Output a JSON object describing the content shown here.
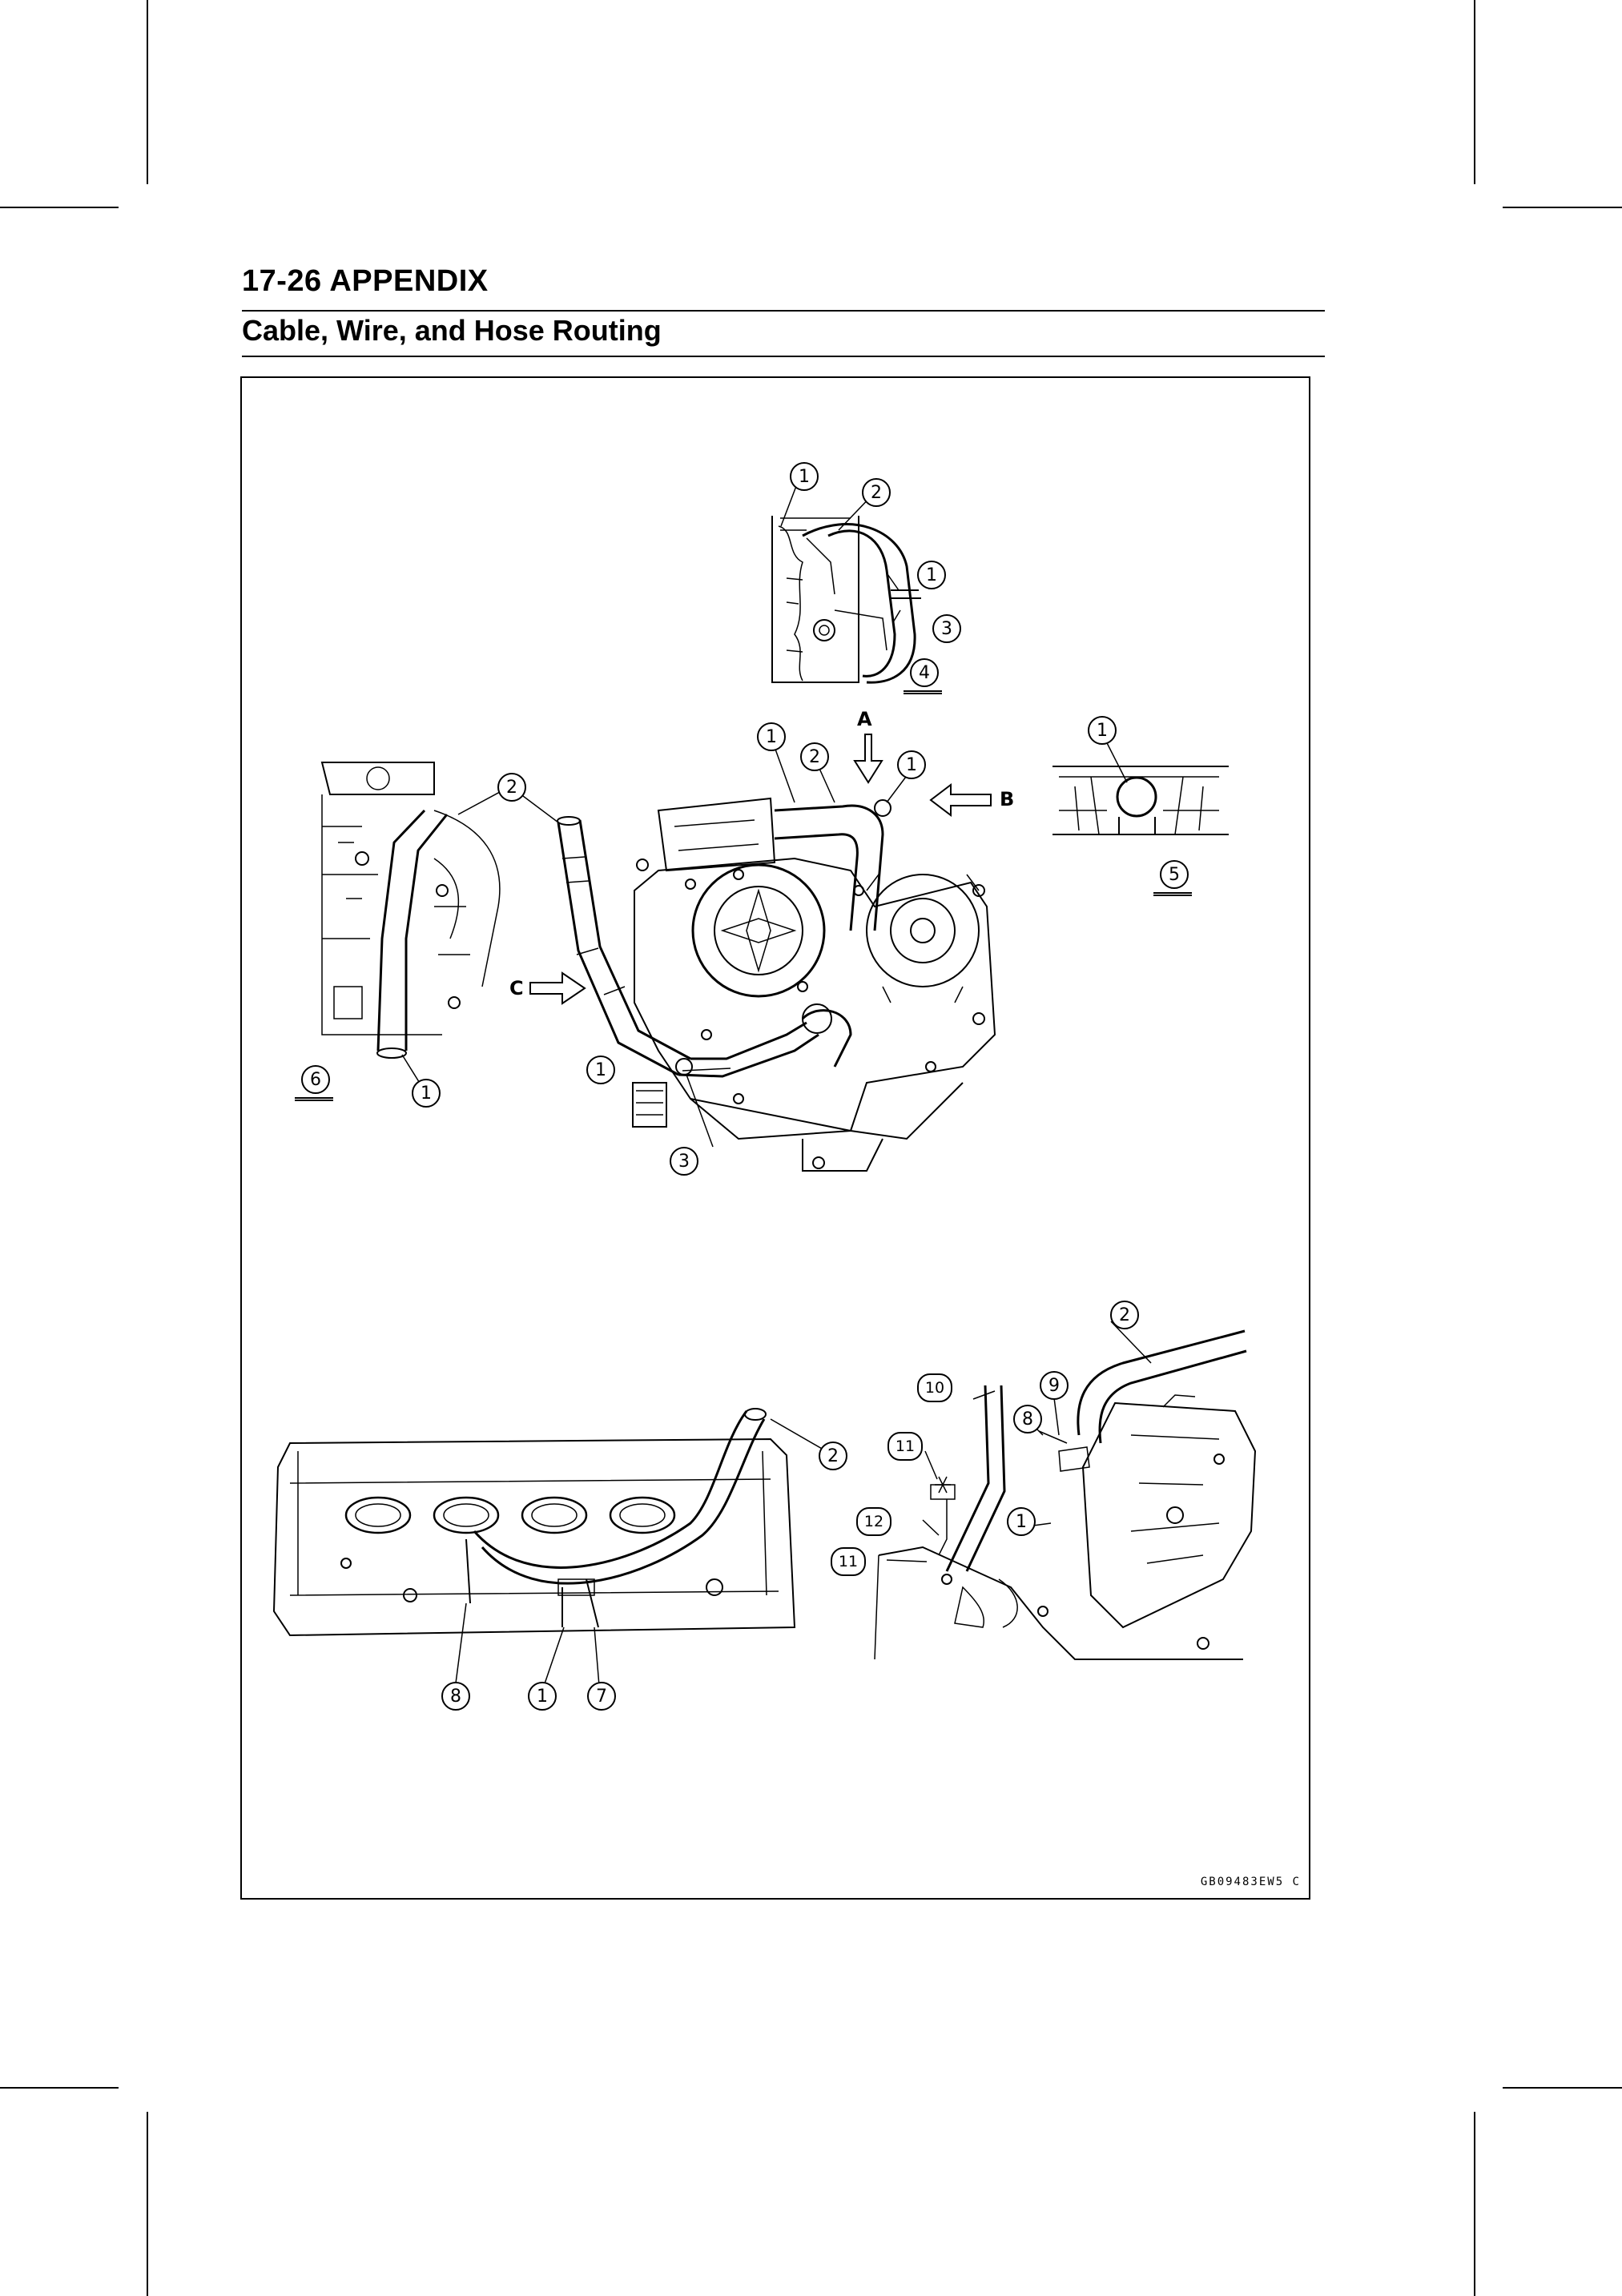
{
  "page": {
    "header": "17-26 APPENDIX",
    "section": "Cable, Wire, and Hose Routing"
  },
  "figure": {
    "code": "GB09483EW5 C",
    "callouts": {
      "n1": "1",
      "n2": "2",
      "n3": "3",
      "n4": "4",
      "n5": "5",
      "n6": "6",
      "n7": "7",
      "n8": "8",
      "n9": "9",
      "n10": "10",
      "n11": "11",
      "n12": "12"
    },
    "view_letters": {
      "a": "A",
      "b": "B",
      "c": "C"
    }
  }
}
